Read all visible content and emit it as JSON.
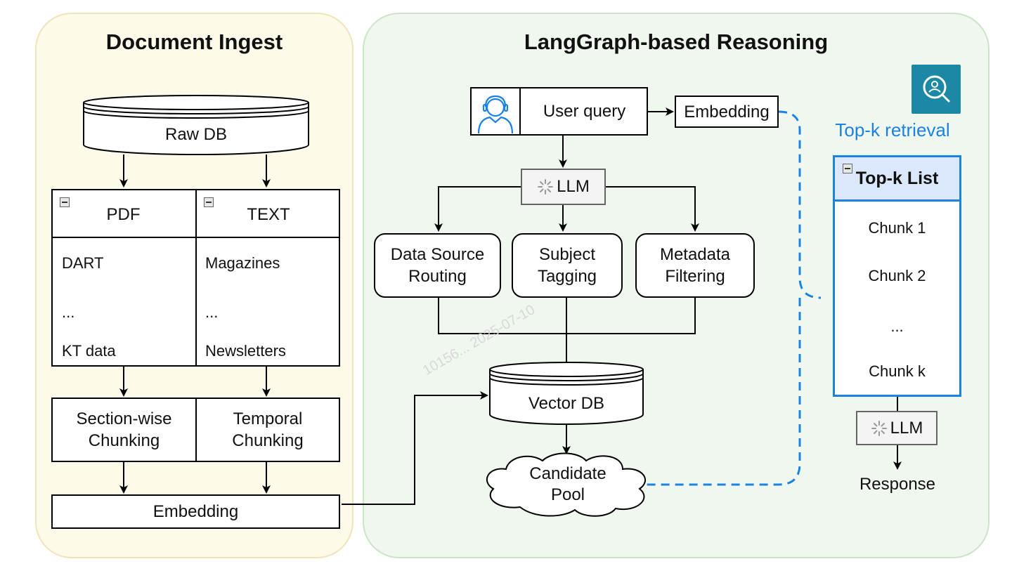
{
  "ingest": {
    "title": "Document Ingest",
    "raw_db": "Raw DB",
    "pdf": {
      "header": "PDF",
      "items": [
        "DART",
        "...",
        "KT data"
      ]
    },
    "text": {
      "header": "TEXT",
      "items": [
        "Magazines",
        "...",
        "Newsletters"
      ]
    },
    "chunking_section": "Section-wise Chunking",
    "chunking_temporal": "Temporal Chunking",
    "embedding": "Embedding"
  },
  "reasoning": {
    "title": "LangGraph-based Reasoning",
    "user_query": "User query",
    "embedding": "Embedding",
    "llm": "LLM",
    "routing": "Data Source Routing",
    "tagging": "Subject Tagging",
    "filtering": "Metadata Filtering",
    "vector_db": "Vector DB",
    "candidate_pool": "Candidate Pool",
    "topk_retrieval": "Top-k retrieval",
    "topk_list": {
      "header": "Top-k List",
      "items": [
        "Chunk 1",
        "Chunk 2",
        "...",
        "Chunk k"
      ]
    },
    "llm_final": "LLM",
    "response": "Response"
  },
  "watermark": "10156... 2025-07-10",
  "colors": {
    "accent_blue": "#1a82e2",
    "icon_teal": "#1b88a5"
  },
  "icons": [
    "user-icon",
    "loading-spinner-icon",
    "search-person-icon",
    "collapse-icon"
  ]
}
